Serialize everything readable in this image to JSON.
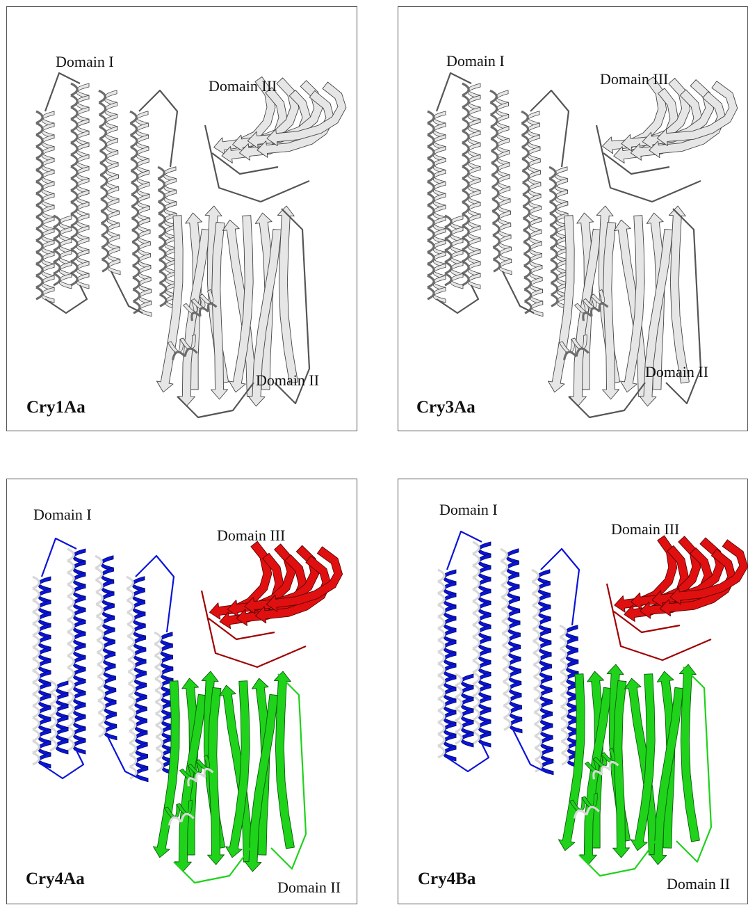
{
  "panels": [
    {
      "id": "cry1aa",
      "name": "Cry1Aa",
      "colored": false,
      "labels": {
        "d1": "Domain I",
        "d2": "Domain II",
        "d3": "Domain III"
      }
    },
    {
      "id": "cry3aa",
      "name": "Cry3Aa",
      "colored": false,
      "labels": {
        "d1": "Domain I",
        "d2": "Domain II",
        "d3": "Domain III"
      }
    },
    {
      "id": "cry4aa",
      "name": "Cry4Aa",
      "colored": true,
      "labels": {
        "d1": "Domain I",
        "d2": "Domain II",
        "d3": "Domain III"
      }
    },
    {
      "id": "cry4ba",
      "name": "Cry4Ba",
      "colored": true,
      "labels": {
        "d1": "Domain I",
        "d2": "Domain II",
        "d3": "Domain III"
      }
    }
  ],
  "colors": {
    "domain1": "#0a14d8",
    "domain2": "#1fd21a",
    "domain3": "#e01010",
    "gray_fill": "#e6e6e6",
    "gray_dark": "#6c6c6c",
    "outline": "#444444"
  }
}
